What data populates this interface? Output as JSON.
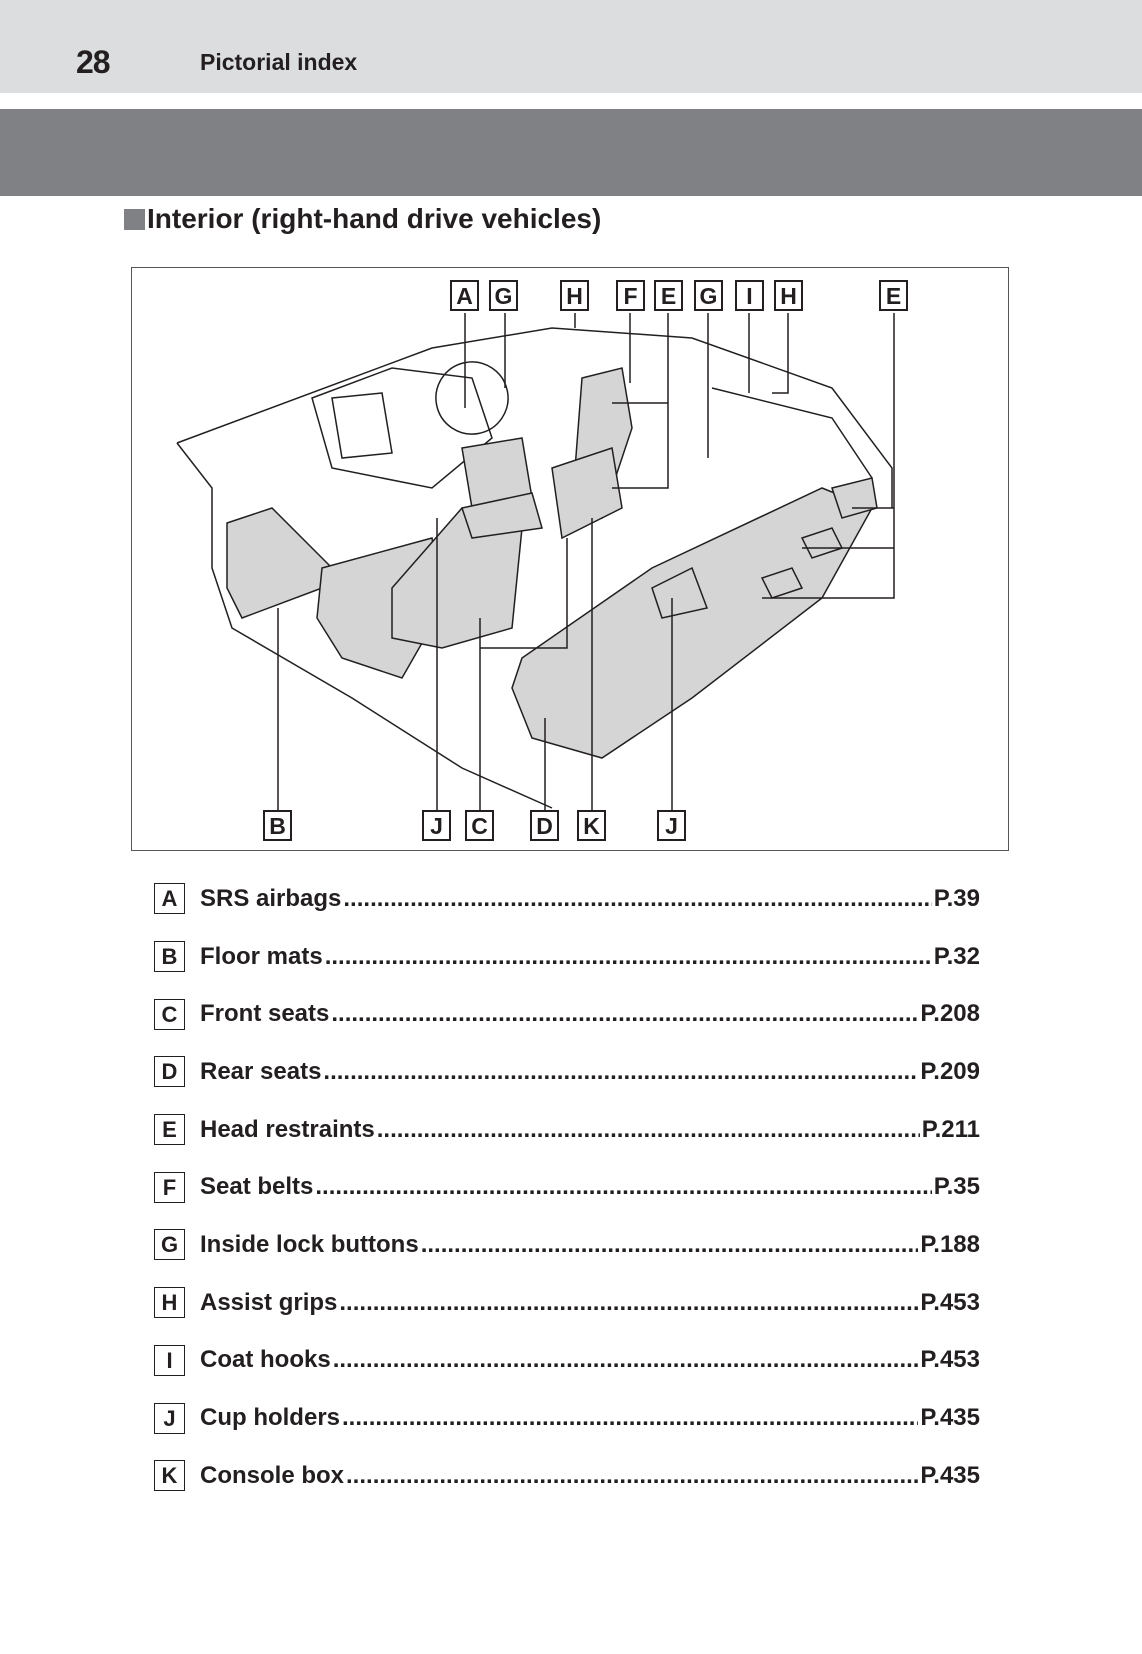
{
  "header": {
    "page_number": "28",
    "section": "Pictorial index"
  },
  "title": "Interior (right-hand drive vehicles)",
  "diagram": {
    "top_labels": [
      "A",
      "G",
      "H",
      "F",
      "E",
      "G",
      "I",
      "H",
      "E"
    ],
    "bottom_labels": [
      "B",
      "J",
      "C",
      "D",
      "K",
      "J"
    ]
  },
  "items": [
    {
      "key": "A",
      "name": "SRS airbags",
      "page": "P.39"
    },
    {
      "key": "B",
      "name": "Floor mats",
      "page": "P.32"
    },
    {
      "key": "C",
      "name": "Front seats",
      "page": "P.208"
    },
    {
      "key": "D",
      "name": "Rear seats",
      "page": "P.209"
    },
    {
      "key": "E",
      "name": "Head restraints",
      "page": "P.211"
    },
    {
      "key": "F",
      "name": "Seat belts",
      "page": "P.35"
    },
    {
      "key": "G",
      "name": "Inside lock buttons",
      "page": "P.188"
    },
    {
      "key": "H",
      "name": "Assist grips",
      "page": "P.453"
    },
    {
      "key": "I",
      "name": "Coat hooks",
      "page": "P.453"
    },
    {
      "key": "J",
      "name": "Cup holders",
      "page": "P.435"
    },
    {
      "key": "K",
      "name": "Console box",
      "page": "P.435"
    }
  ],
  "colors": {
    "header_bg": "#dcdddf",
    "band": "#808185",
    "fill": "#d5d5d5"
  }
}
